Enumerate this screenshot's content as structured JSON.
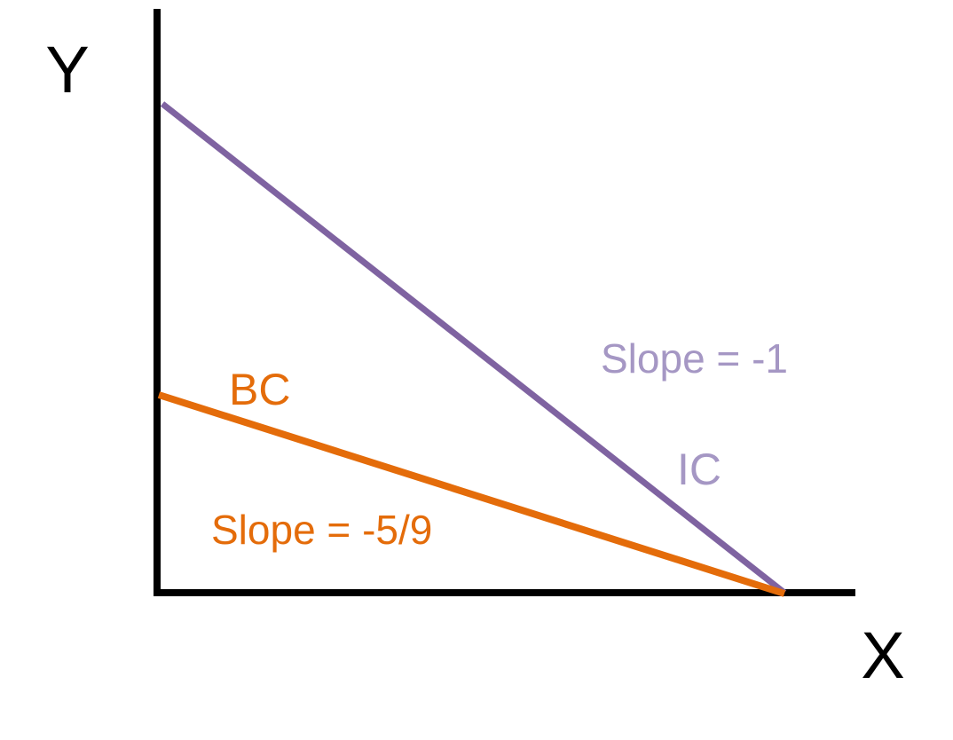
{
  "axes": {
    "y_label": "Y",
    "x_label": "X",
    "color": "#000000"
  },
  "lines": {
    "ic": {
      "label": "IC",
      "slope_label": "Slope = -1",
      "line_color": "#7f63a1",
      "text_color": "#a597c4"
    },
    "bc": {
      "label": "BC",
      "slope_label": "Slope = -5/9",
      "line_color": "#e46c0a",
      "text_color": "#e46c0a"
    }
  }
}
